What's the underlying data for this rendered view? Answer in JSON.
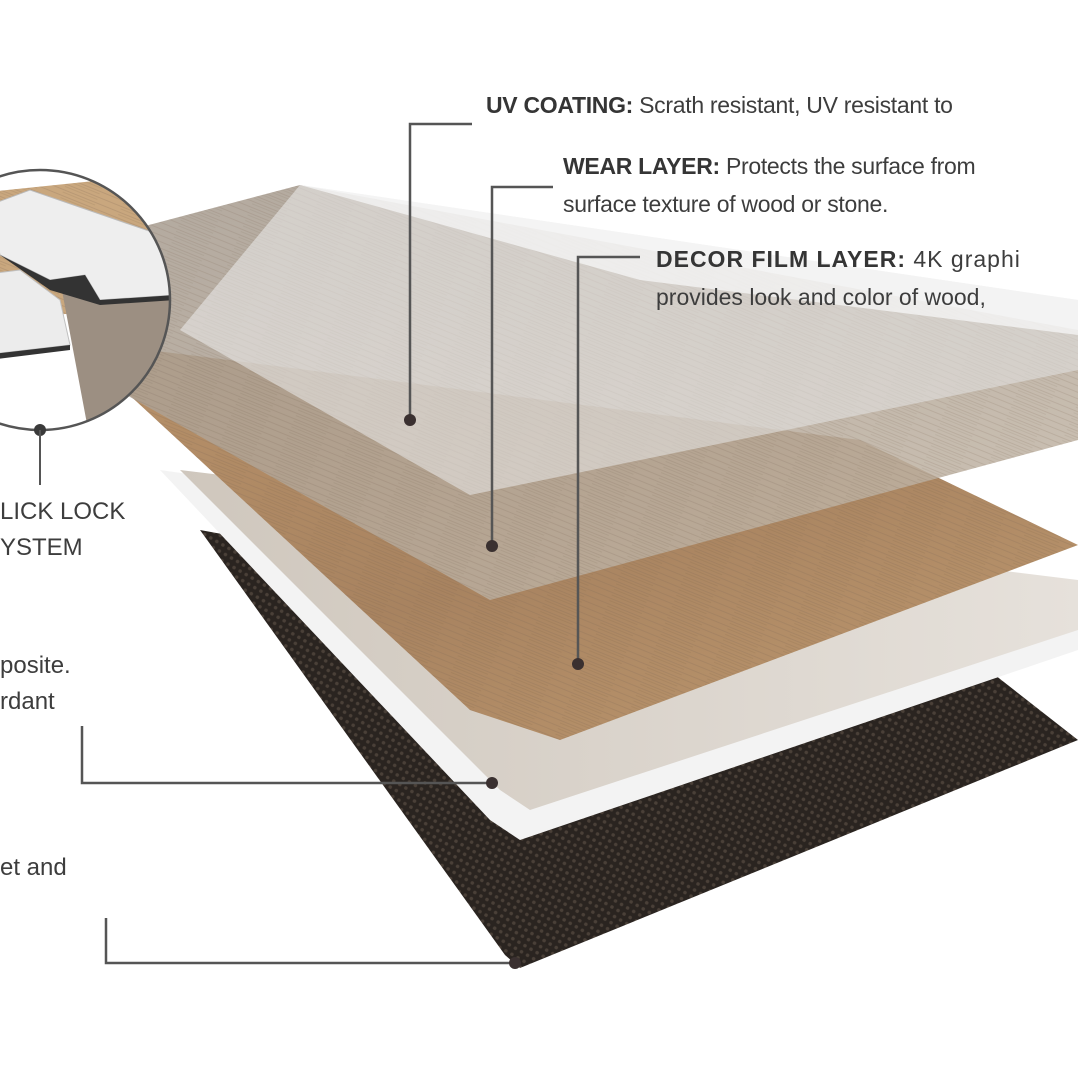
{
  "diagram": {
    "title": "Flooring plank layer construction",
    "colors": {
      "background": "#ffffff",
      "text": "#3d3d3d",
      "leader_line": "#555555",
      "uv_coating": "#e4e4e4",
      "wear_layer": "#b7aa9a",
      "decor_film": "#a9865f",
      "core": "#d9d4cd",
      "core_edge": "#f4f4f4",
      "backing": "#2a2420"
    },
    "callouts": [
      {
        "id": "uv-coating",
        "heading": "UV COATING:",
        "lines": [
          "Scrath resistant, UV resistant to"
        ]
      },
      {
        "id": "wear-layer",
        "heading": "WEAR LAYER:",
        "lines": [
          "Protects the surface from",
          "surface texture of wood or stone."
        ]
      },
      {
        "id": "decor-film-layer",
        "heading": "DECOR FILM LAYER:",
        "lines": [
          "4K graphi",
          "provides look and color of wood,"
        ]
      }
    ],
    "left_callouts": [
      {
        "id": "click-lock",
        "lines": [
          "LICK LOCK",
          "YSTEM"
        ]
      },
      {
        "id": "core",
        "lines": [
          "posite.",
          "rdant"
        ]
      },
      {
        "id": "backing",
        "lines": [
          "et and"
        ]
      }
    ]
  }
}
